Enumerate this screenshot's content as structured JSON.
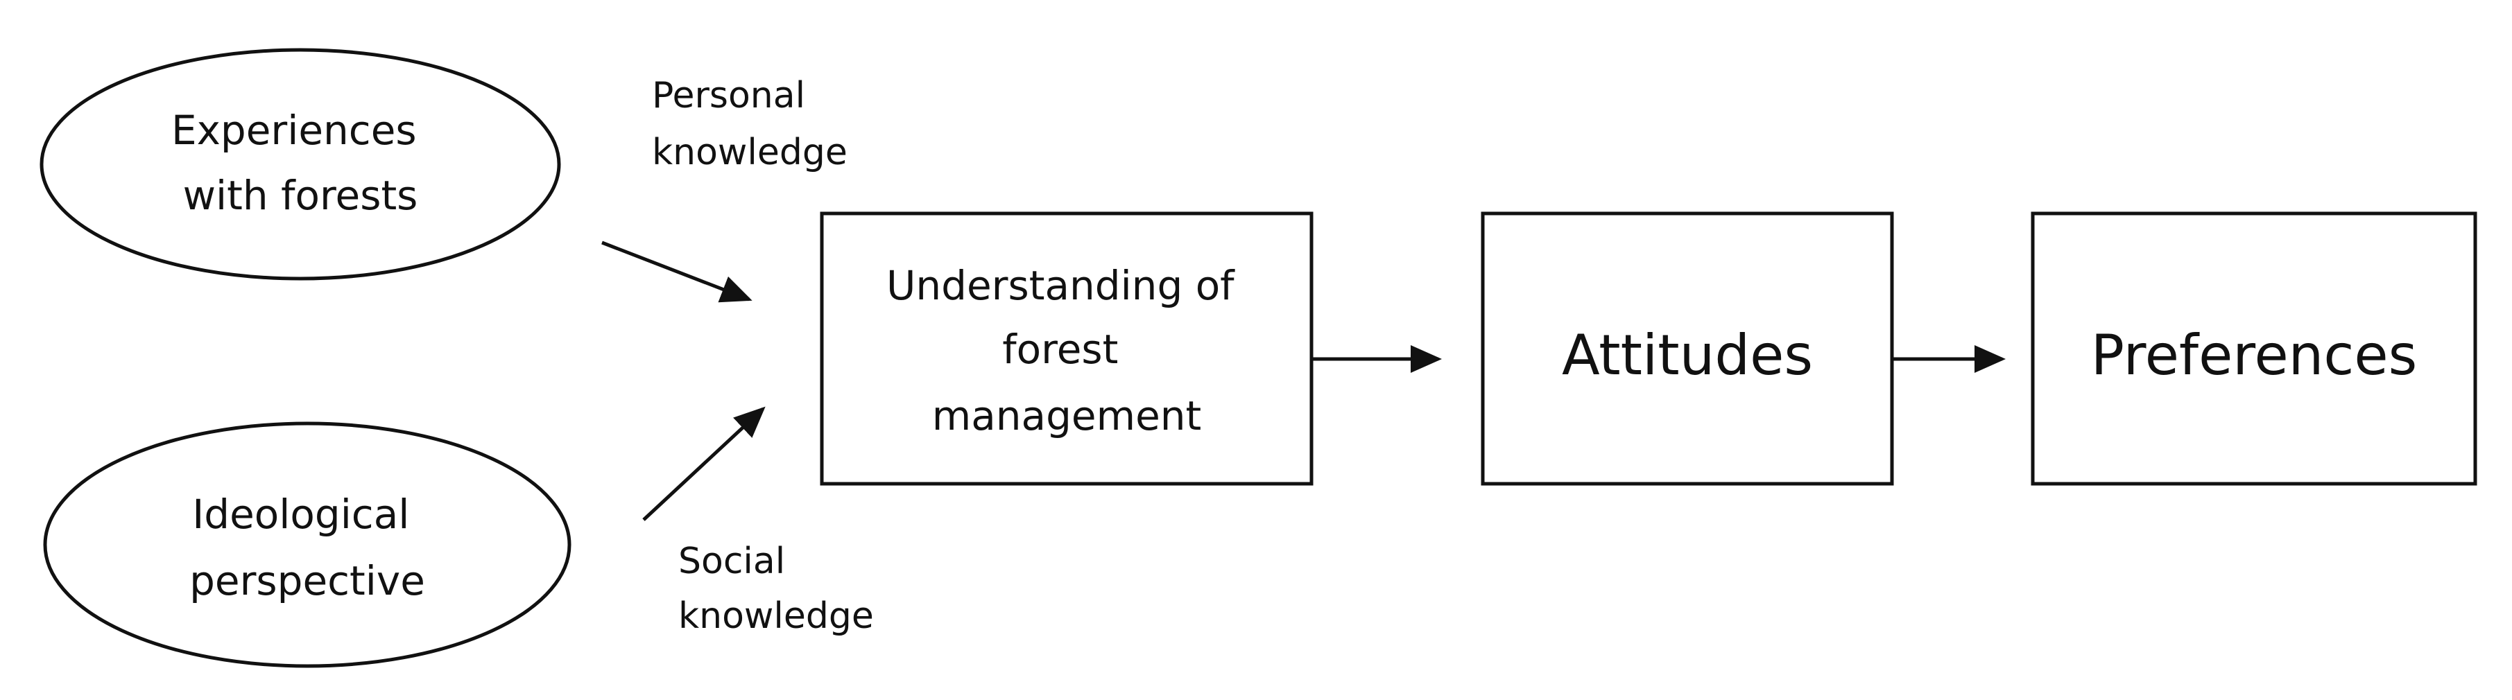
{
  "nodes": {
    "experiences": {
      "lines": [
        "Experiences",
        "with forests"
      ]
    },
    "ideological": {
      "lines": [
        "Ideological",
        "perspective"
      ]
    },
    "understanding": {
      "lines": [
        "Understanding of",
        "forest",
        "management"
      ]
    },
    "attitudes": {
      "lines": [
        "Attitudes"
      ]
    },
    "preferences": {
      "lines": [
        "Preferences"
      ]
    }
  },
  "edge_labels": {
    "personal": {
      "lines": [
        "Personal",
        "knowledge"
      ]
    },
    "social": {
      "lines": [
        "Social",
        "knowledge"
      ]
    }
  },
  "colors": {
    "stroke": "#111111",
    "text": "#111111",
    "background": "#ffffff"
  }
}
